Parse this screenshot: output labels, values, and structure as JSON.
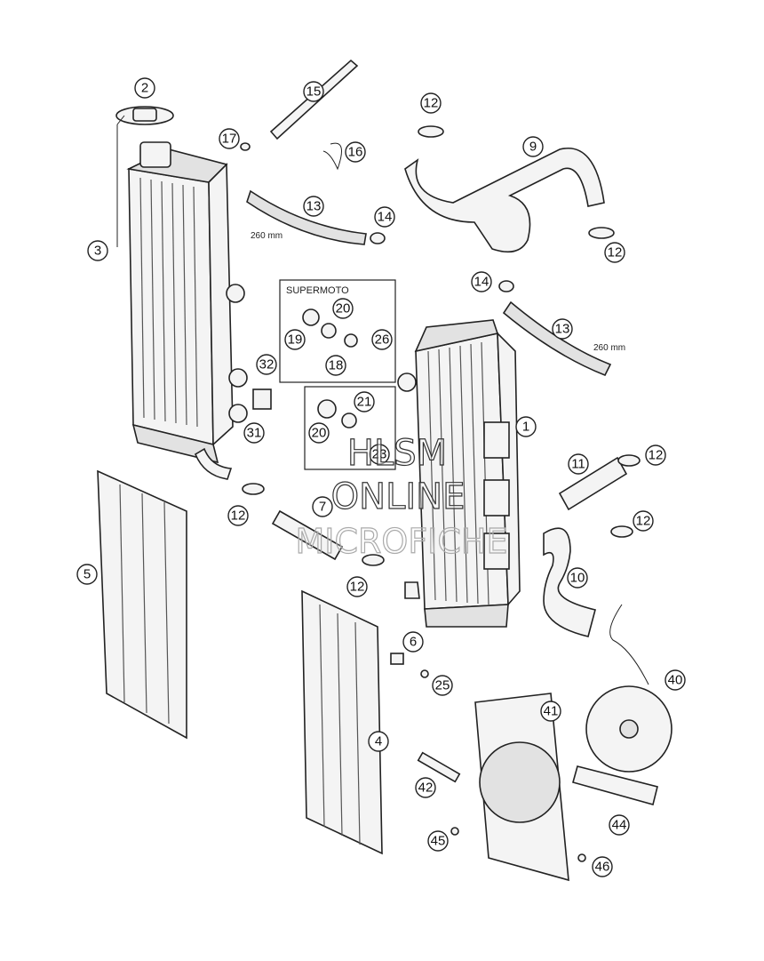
{
  "callouts": {
    "c1": "1",
    "c2": "2",
    "c3": "3",
    "c4": "4",
    "c5": "5",
    "c6": "6",
    "c7": "7",
    "c9": "9",
    "c10": "10",
    "c11": "11",
    "c12a": "12",
    "c12b": "12",
    "c12c": "12",
    "c12d": "12",
    "c12e": "12",
    "c12f": "12",
    "c13a": "13",
    "c13b": "13",
    "c14a": "14",
    "c14b": "14",
    "c15": "15",
    "c16": "16",
    "c17": "17",
    "c18": "18",
    "c19": "19",
    "c20a": "20",
    "c20b": "20",
    "c21": "21",
    "c23": "23",
    "c25": "25",
    "c26": "26",
    "c31": "31",
    "c32": "32",
    "c40": "40",
    "c41": "41",
    "c42": "42",
    "c44": "44",
    "c45": "45",
    "c46": "46"
  },
  "notes": {
    "hose_length_left": "260 mm",
    "hose_length_right": "260 mm"
  },
  "variant_box": {
    "title": "SUPERMOTO"
  },
  "watermark": {
    "line1": "HLSM",
    "line2": "ONLINE",
    "line3": "MICROFICHE"
  }
}
